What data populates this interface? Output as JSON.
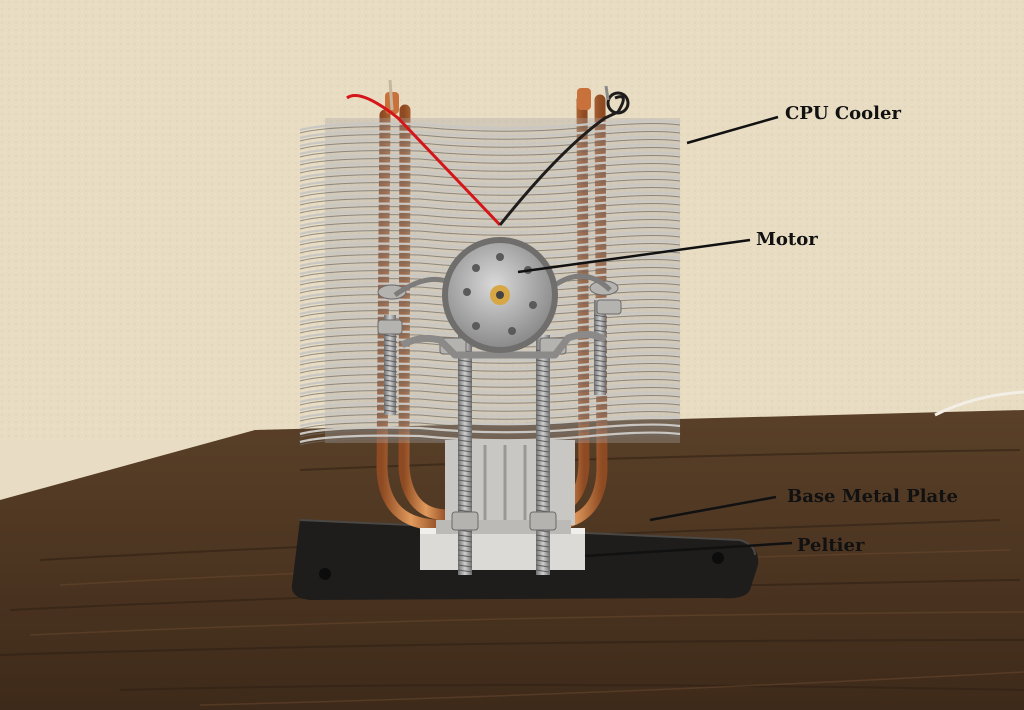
{
  "labels": {
    "cpu_cooler": "CPU Cooler",
    "motor": "Motor",
    "base_metal_plate": "Base Metal Plate",
    "peltier": "Peltier"
  },
  "colors": {
    "wall": "#e9dcc4",
    "table": "#4a3421",
    "copper": "#c9713a",
    "fins": "#b9b7b5",
    "base_plate": "#1f1d1c",
    "peltier_block": "#d8d6d2",
    "red_wire": "#d4161b",
    "label_text": "#111111"
  }
}
